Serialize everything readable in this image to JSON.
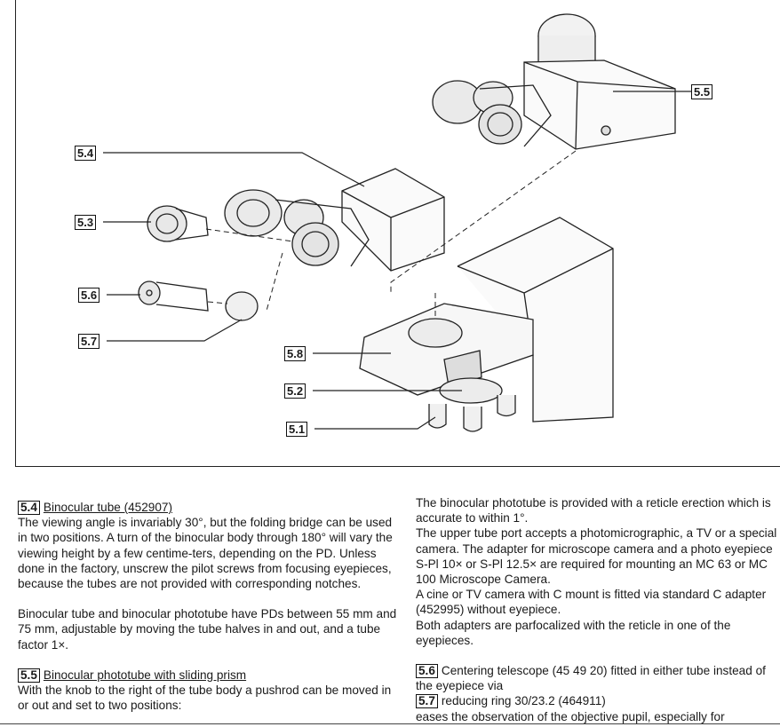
{
  "figure": {
    "callouts": {
      "c54": "5.4",
      "c53": "5.3",
      "c56": "5.6",
      "c57": "5.7",
      "c58": "5.8",
      "c52": "5.2",
      "c51": "5.1",
      "c55": "5.5"
    }
  },
  "left": {
    "s54_tag": "5.4",
    "s54_title": "Binocular tube (452907)",
    "s54_body": "The viewing angle is invariably 30°, but the folding bridge can be used in two positions. A turn of the binocular body through 180° will vary the viewing height by a few centime-ters, depending on the PD. Unless done in the factory, unscrew the pilot screws from focusing eyepieces, because the tubes are not provided with corresponding notches.",
    "pd_para": "Binocular tube and binocular phototube have PDs between 55 mm and 75 mm, adjustable by moving the tube halves in and out, and a tube factor 1×.",
    "s55_tag": "5.5",
    "s55_title": "Binocular phototube with sliding prism",
    "s55_body": "With the knob to the right of the tube body a pushrod can be moved in or out and set to two positions:"
  },
  "right": {
    "p1": "The binocular phototube is provided with a reticle erection which is accurate to within 1°.",
    "p2": "The upper tube port accepts a photomicrographic, a TV or a special camera. The adapter for microscope camera and a photo eyepiece S-Pl 10× or S-Pl 12.5× are required for mounting an MC 63 or MC 100 Microscope Camera.",
    "p3": "A cine or TV camera with C mount is fitted via standard C adapter (452995) without eyepiece.",
    "p4": "Both adapters are parfocalized with the reticle in one of the eyepieces.",
    "s56_tag": "5.6",
    "s56_text": "Centering telescope (45 49 20) fitted in either tube instead of the eyepiece via",
    "s57_tag": "5.7",
    "s57_text": "reducing ring 30/23.2 (464911)",
    "s57_cont": "eases the observation of the objective pupil, especially for"
  }
}
